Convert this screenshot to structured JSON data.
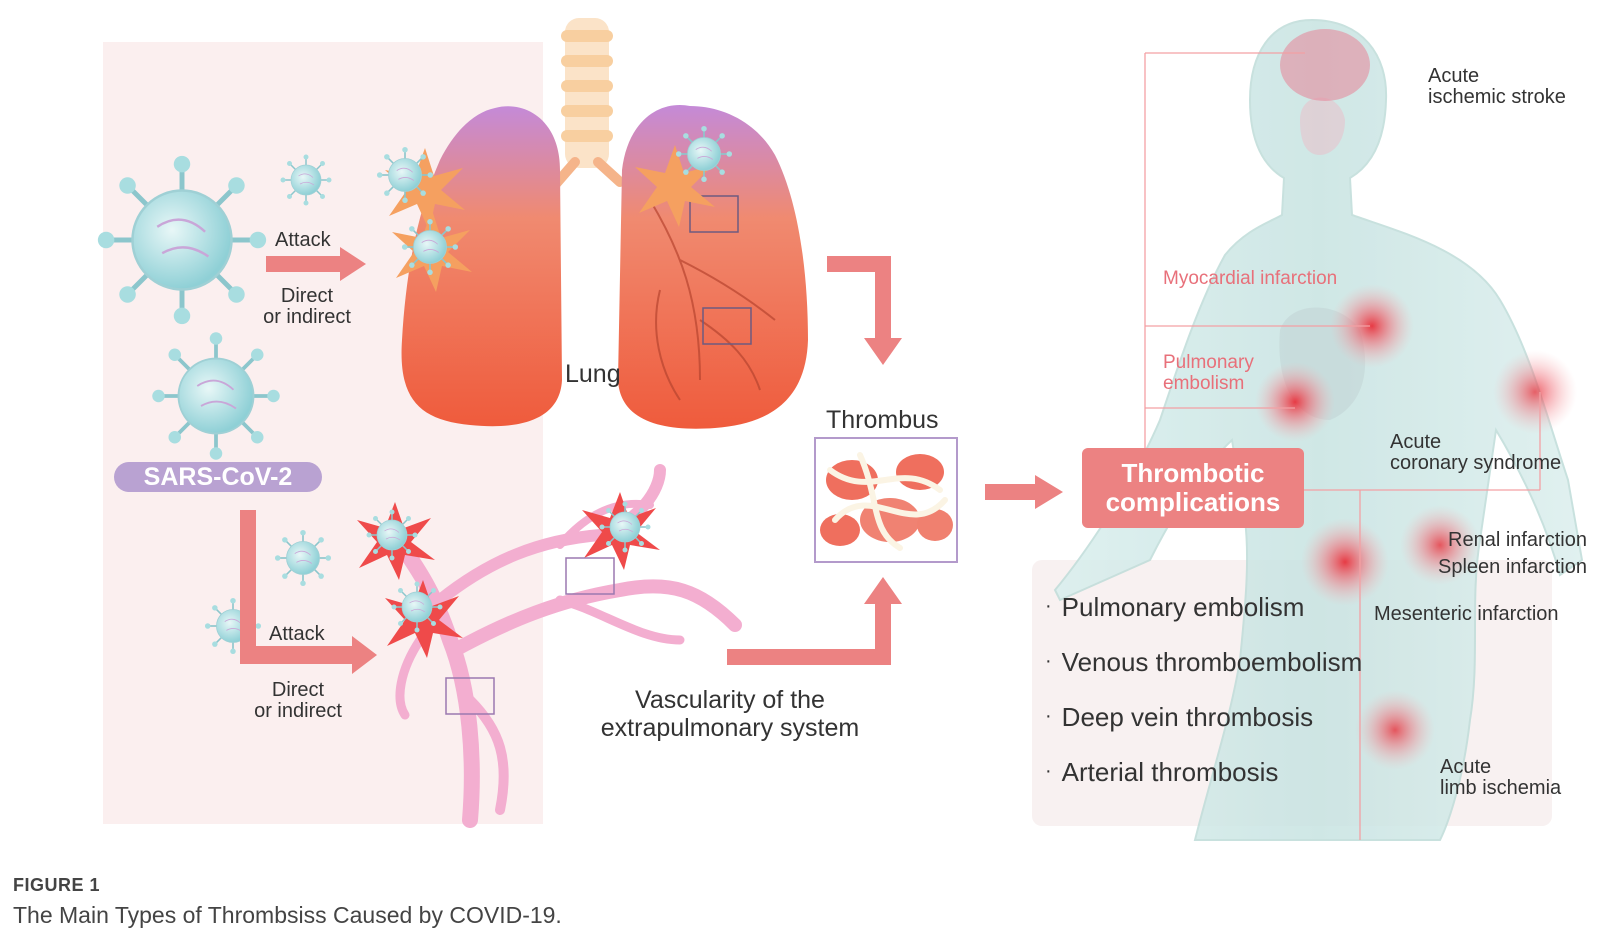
{
  "diagram": {
    "attack_top": "Attack",
    "direct_top_1": "Direct",
    "direct_top_2": "or indirect",
    "sars": "SARS-CoV-2",
    "attack_bottom": "Attack",
    "direct_bottom_1": "Direct",
    "direct_bottom_2": "or indirect",
    "lung": "Lung",
    "thrombus": "Thrombus",
    "vascularity_1": "Vascularity of the",
    "vascularity_2": "extrapulmonary system",
    "thrombotic_1": "Thrombotic",
    "thrombotic_2": "complications",
    "list": [
      "Pulmonary embolism",
      "Venous thromboembolism",
      "Deep vein thrombosis",
      "Arterial thrombosis"
    ],
    "body_labels": {
      "stroke_1": "Acute",
      "stroke_2": "ischemic stroke",
      "mi": "Myocardial infarction",
      "pe_1": "Pulmonary",
      "pe_2": "embolism",
      "acs_1": "Acute",
      "acs_2": "coronary syndrome",
      "renal": "Renal infarction",
      "spleen": "Spleen infarction",
      "mesenteric": "Mesenteric infarction",
      "limb_1": "Acute",
      "limb_2": "limb ischemia"
    },
    "bullet": "·"
  },
  "caption": {
    "label": "FIGURE 1",
    "text": "The Main Types of Thrombsiss Caused by COVID-19."
  },
  "colors": {
    "arrow": "#ec8282",
    "lung": "#f07860",
    "vessel": "#f0a8c8",
    "virus": "#a8dde0",
    "sars_badge": "#b9a2d2",
    "accent_text": "#e8707a"
  }
}
